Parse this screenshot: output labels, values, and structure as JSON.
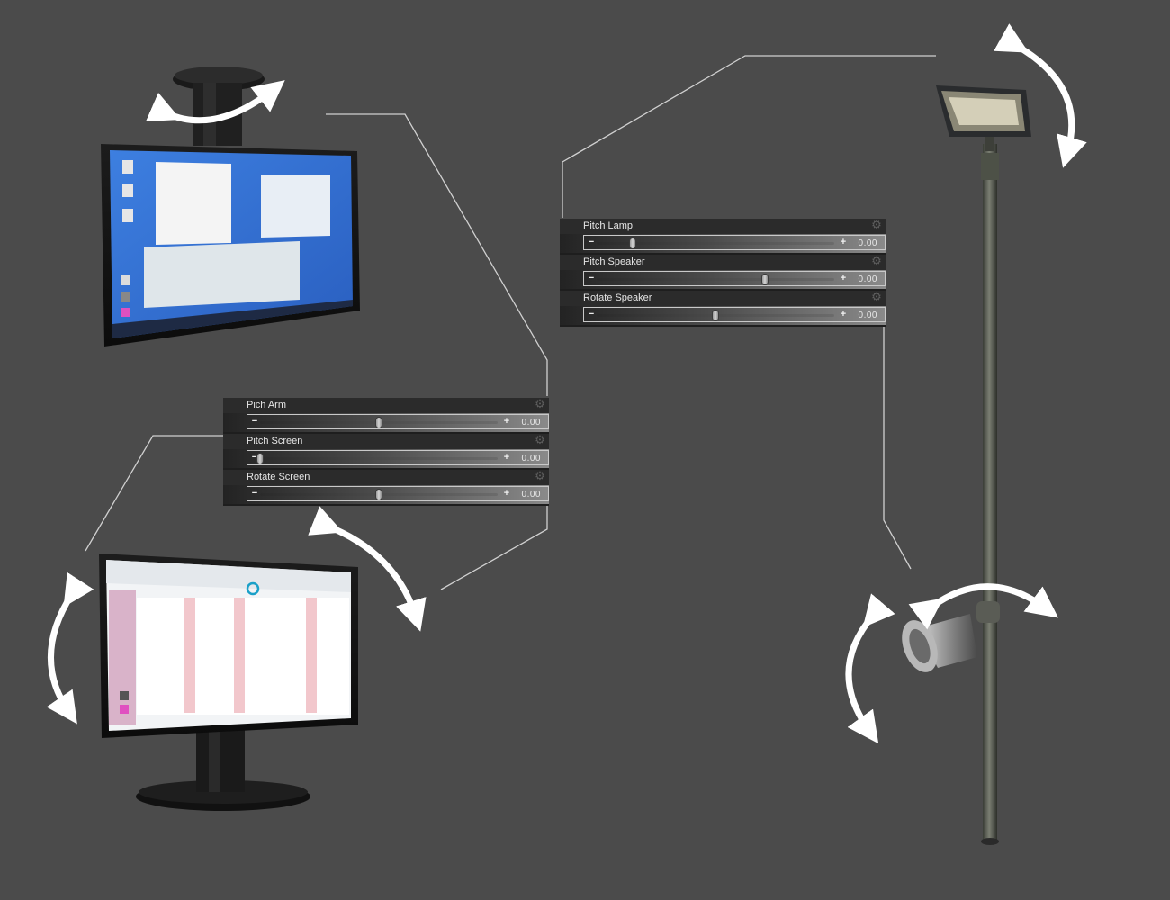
{
  "panels": {
    "screen": {
      "params": [
        {
          "label": "Pich Arm",
          "value": "0.00",
          "slider_fraction": 0.5
        },
        {
          "label": "Pitch Screen",
          "value": "0.00",
          "slider_fraction": 0.0
        },
        {
          "label": "Rotate Screen",
          "value": "0.00",
          "slider_fraction": 0.5
        }
      ]
    },
    "lamp": {
      "params": [
        {
          "label": "Pitch Lamp",
          "value": "0.00",
          "slider_fraction": 0.15
        },
        {
          "label": "Pitch Speaker",
          "value": "0.00",
          "slider_fraction": 0.71
        },
        {
          "label": "Rotate Speaker",
          "value": "0.00",
          "slider_fraction": 0.5
        }
      ]
    }
  },
  "icons": {
    "gear": "gear-icon",
    "minus": "minus-icon",
    "plus": "plus-icon",
    "rotate_arrow": "curved-double-arrow-icon"
  },
  "symbols": {
    "gear": "⚙",
    "minus": "−",
    "plus": "+"
  },
  "colors": {
    "background": "#4b4b4b",
    "header_bg": "#2b2b2b",
    "screen_blue": "#2f6fd6",
    "connector_line": "#d8d8d8",
    "arrow": "#ffffff"
  }
}
